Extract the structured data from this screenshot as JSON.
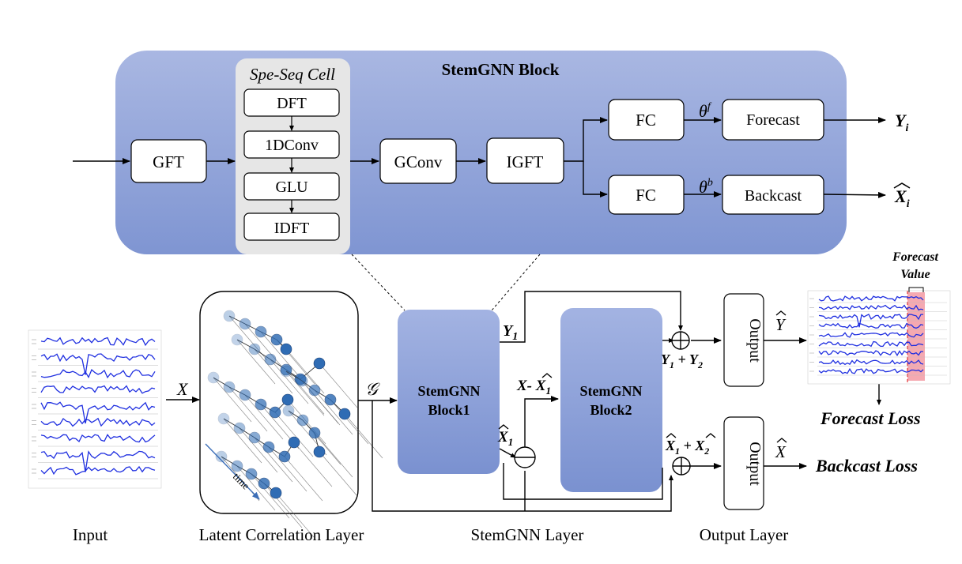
{
  "block": {
    "title": "StemGNN Block",
    "cell_title": "Spe-Seq Cell",
    "cell_steps": [
      "DFT",
      "1DConv",
      "GLU",
      "IDFT"
    ],
    "gft": "GFT",
    "gconv": "GConv",
    "igft": "IGFT",
    "fc_top": "FC",
    "fc_bottom": "FC",
    "theta_f": "θ",
    "theta_f_sup": "f",
    "theta_b": "θ",
    "theta_b_sup": "b",
    "forecast": "Forecast",
    "backcast": "Backcast",
    "out_y": "Y",
    "out_y_sub": "i",
    "out_x": "X",
    "out_x_sub": "i"
  },
  "layer": {
    "block1": [
      "StemGNN",
      "Block1"
    ],
    "block2": [
      "StemGNN",
      "Block2"
    ],
    "y1": "Y",
    "y1_sub": "1",
    "x_minus": "X- X",
    "x_minus_sub": "1",
    "x1": "X",
    "x1_sub": "1",
    "y_sum": "Y",
    "y_sum_mid": "1",
    "y_sum_plus": " + Y",
    "y_sum_end": "2",
    "x_sum": "X",
    "x_sum_mid": "1",
    "x_sum_plus": " + X",
    "x_sum_end": "2",
    "output": "Output",
    "y_hat": "Y",
    "x_hat": "X"
  },
  "input_label_x": "X",
  "graph_label": "𝒢",
  "time_label": "time",
  "forecast_value": [
    "Forecast",
    "Value"
  ],
  "forecast_loss": "Forecast Loss",
  "backcast_loss": "Backcast Loss",
  "bottom_labels": [
    "Input",
    "Latent Correlation Layer",
    "StemGNN Layer",
    "Output Layer"
  ],
  "colors": {
    "block_fill": "#8fa3d8",
    "cell_fill": "#e6e6e6",
    "series": "#1f2fe0",
    "forecast_band": "#f4a0a8",
    "node": "#2f6cb4"
  }
}
